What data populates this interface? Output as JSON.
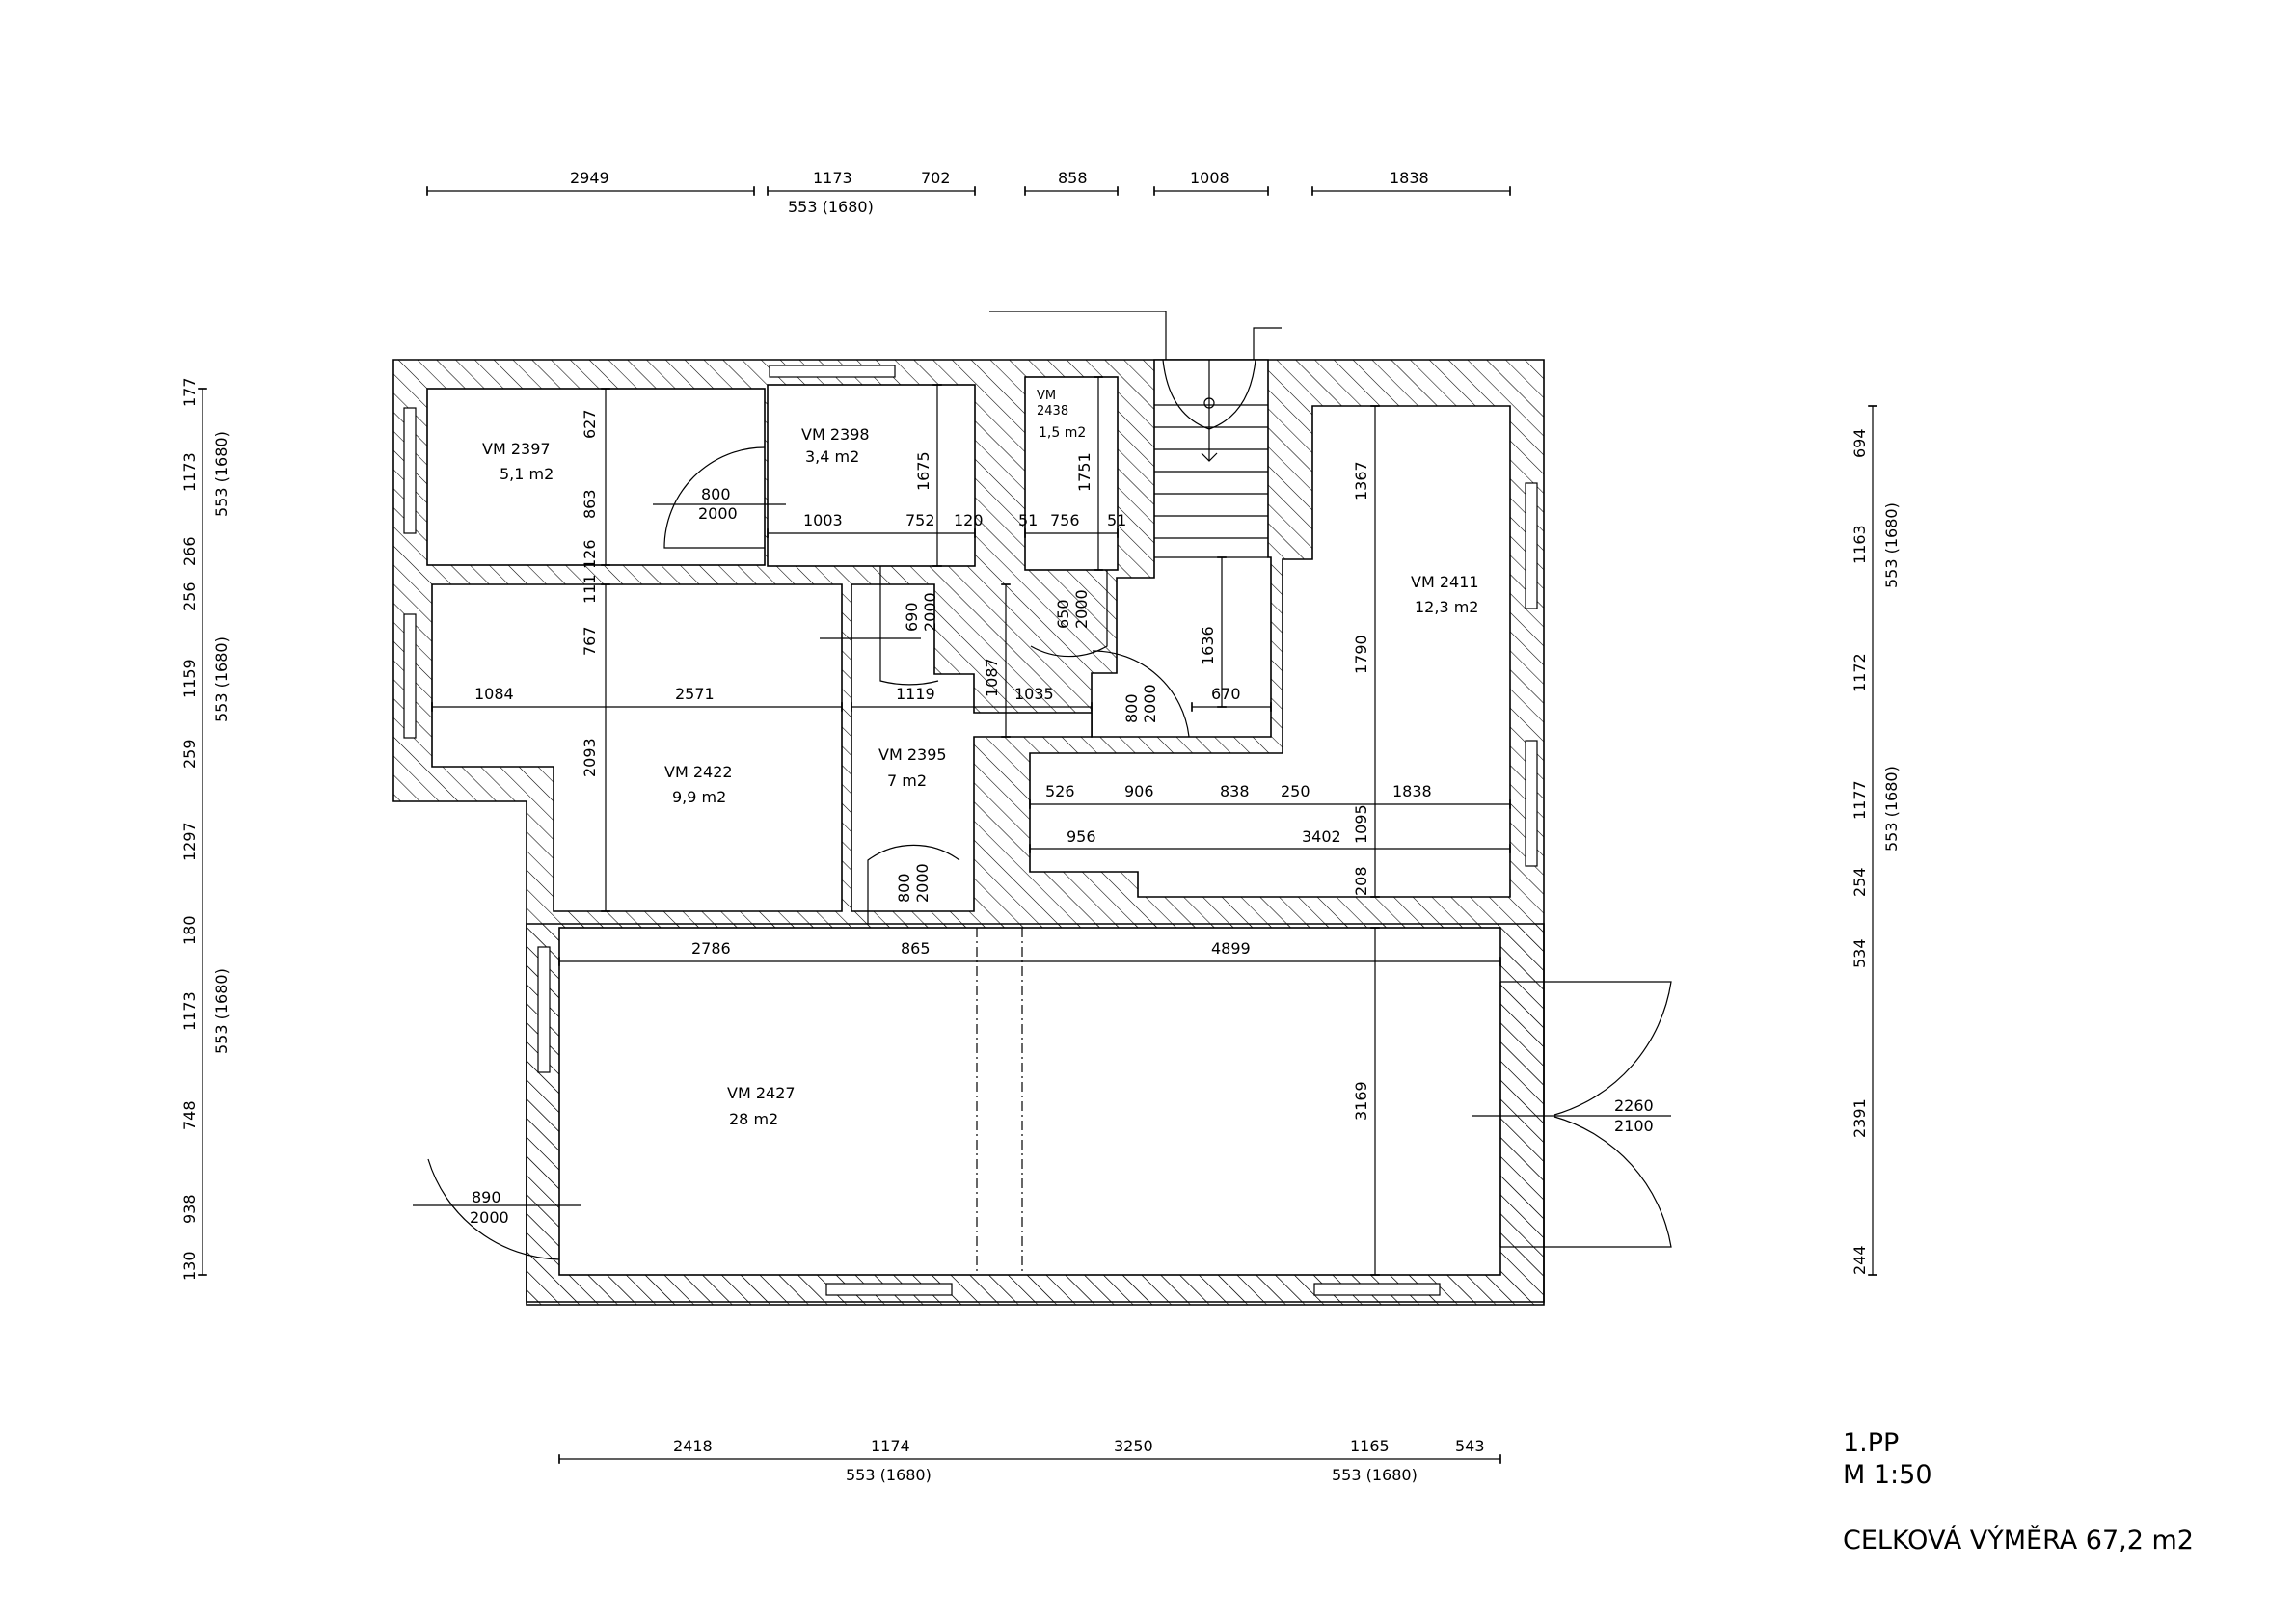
{
  "title": {
    "floor": "1.PP",
    "scale": "M 1:50",
    "total_area": "CELKOVÁ VÝMĚRA 67,2 m2"
  },
  "rooms": [
    {
      "id": "VM 2397",
      "area": "5,1 m2"
    },
    {
      "id": "VM 2398",
      "area": "3,4 m2"
    },
    {
      "id": "VM",
      "id2": "2438",
      "area": "1,5 m2"
    },
    {
      "id": "VM 2411",
      "area": "12,3 m2"
    },
    {
      "id": "VM 2422",
      "area": "9,9 m2"
    },
    {
      "id": "VM 2395",
      "area": "7 m2"
    },
    {
      "id": "VM 2427",
      "area": "28 m2"
    }
  ],
  "doors": [
    {
      "w": "800",
      "h": "2000"
    },
    {
      "w": "690",
      "h": "2000"
    },
    {
      "w": "650",
      "h": "2000"
    },
    {
      "w": "800",
      "h": "2000"
    },
    {
      "w": "800",
      "h": "2000"
    },
    {
      "w": "890",
      "h": "2000"
    },
    {
      "w": "2260",
      "h": "2100"
    }
  ],
  "dims_top": [
    "2949",
    "1173",
    "702",
    "553 (1680)",
    "858",
    "1008",
    "1838"
  ],
  "dims_bottom": [
    "2418",
    "1174",
    "3250",
    "1165",
    "543",
    "553 (1680)",
    "553 (1680)"
  ],
  "dims_left": [
    "177",
    "1173",
    "553 (1680)",
    "266",
    "256",
    "1159",
    "553 (1680)",
    "259",
    "1297",
    "180",
    "1173",
    "553 (1680)",
    "748",
    "938",
    "130"
  ],
  "dims_right": [
    "694",
    "1163",
    "553 (1680)",
    "1172",
    "1177",
    "553 (1680)",
    "254",
    "534",
    "2391",
    "244"
  ],
  "dims_inner": {
    "r2397_a": "627",
    "r2397_b": "863",
    "r_126": "126",
    "r_111": "111",
    "r2398_w1": "1003",
    "r2398_w2": "752",
    "r2398_w3": "120",
    "r2398_h": "1675",
    "r2438_w1": "51",
    "r2438_w2": "756",
    "r2438_w3": "51",
    "r2438_h": "1751",
    "r2422_h1": "767",
    "r2422_w1": "1084",
    "r2422_w2": "2571",
    "r2422_h2": "2093",
    "hall_w1": "1119",
    "hall_w2": "1035",
    "hall_h": "1087",
    "stair_h": "1636",
    "stair_w": "670",
    "r2411_h1": "1367",
    "r2411_h2": "1790",
    "corr_w1": "526",
    "corr_w2": "906",
    "corr_w3": "838",
    "corr_w4": "250",
    "corr_w5": "1838",
    "corr_w6": "956",
    "corr_w7": "3402",
    "corr_h1": "1095",
    "corr_h2": "208",
    "r2427_w1": "2786",
    "r2427_w2": "865",
    "r2427_w3": "4899",
    "r2427_h": "3169"
  }
}
